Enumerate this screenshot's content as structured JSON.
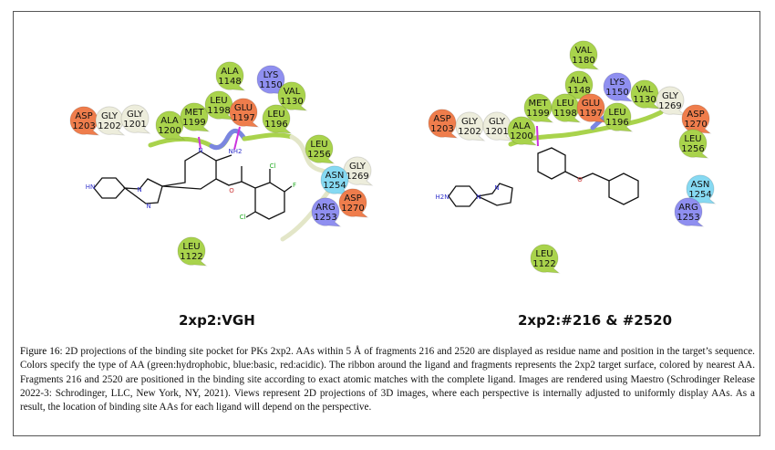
{
  "colors": {
    "hydrophobic": "#a9d34c",
    "basic": "#8f8ff0",
    "acidic": "#ef7d4c",
    "polar": "#86d9f2",
    "glycine": "#ededdc",
    "ribbon_green": "#a9d34c",
    "ribbon_blue": "#7a86e0",
    "ribbon_pale": "#e3e6c8",
    "hbond": "#cc33dd"
  },
  "panels": [
    {
      "title": "2xp2:VGH",
      "residues": [
        {
          "name": "ASP",
          "num": "1203",
          "type": "acidic"
        },
        {
          "name": "GLY",
          "num": "1202",
          "type": "glycine"
        },
        {
          "name": "GLY",
          "num": "1201",
          "type": "glycine"
        },
        {
          "name": "ALA",
          "num": "1200",
          "type": "hydrophobic"
        },
        {
          "name": "MET",
          "num": "1199",
          "type": "hydrophobic"
        },
        {
          "name": "LEU",
          "num": "1198",
          "type": "hydrophobic"
        },
        {
          "name": "GLU",
          "num": "1197",
          "type": "acidic"
        },
        {
          "name": "ALA",
          "num": "1148",
          "type": "hydrophobic"
        },
        {
          "name": "LYS",
          "num": "1150",
          "type": "basic"
        },
        {
          "name": "VAL",
          "num": "1130",
          "type": "hydrophobic"
        },
        {
          "name": "LEU",
          "num": "1196",
          "type": "hydrophobic"
        },
        {
          "name": "LEU",
          "num": "1256",
          "type": "hydrophobic"
        },
        {
          "name": "GLY",
          "num": "1269",
          "type": "glycine"
        },
        {
          "name": "ASN",
          "num": "1254",
          "type": "polar"
        },
        {
          "name": "ASP",
          "num": "1270",
          "type": "acidic"
        },
        {
          "name": "ARG",
          "num": "1253",
          "type": "basic"
        },
        {
          "name": "LEU",
          "num": "1122",
          "type": "hydrophobic"
        }
      ],
      "atoms": [
        "HN",
        "N",
        "N",
        "N",
        "NH2",
        "O",
        "Cl",
        "F",
        "Cl"
      ]
    },
    {
      "title": "2xp2:#216 & #2520",
      "residues": [
        {
          "name": "VAL",
          "num": "1180",
          "type": "hydrophobic"
        },
        {
          "name": "ALA",
          "num": "1148",
          "type": "hydrophobic"
        },
        {
          "name": "LYS",
          "num": "1150",
          "type": "basic"
        },
        {
          "name": "VAL",
          "num": "1130",
          "type": "hydrophobic"
        },
        {
          "name": "GLY",
          "num": "1269",
          "type": "glycine"
        },
        {
          "name": "MET",
          "num": "1199",
          "type": "hydrophobic"
        },
        {
          "name": "LEU",
          "num": "1198",
          "type": "hydrophobic"
        },
        {
          "name": "GLU",
          "num": "1197",
          "type": "acidic"
        },
        {
          "name": "LEU",
          "num": "1196",
          "type": "hydrophobic"
        },
        {
          "name": "ASP",
          "num": "1203",
          "type": "acidic"
        },
        {
          "name": "GLY",
          "num": "1202",
          "type": "glycine"
        },
        {
          "name": "GLY",
          "num": "1201",
          "type": "glycine"
        },
        {
          "name": "ALA",
          "num": "1200",
          "type": "hydrophobic"
        },
        {
          "name": "ASP",
          "num": "1270",
          "type": "acidic"
        },
        {
          "name": "LEU",
          "num": "1256",
          "type": "hydrophobic"
        },
        {
          "name": "ASN",
          "num": "1254",
          "type": "polar"
        },
        {
          "name": "ARG",
          "num": "1253",
          "type": "basic"
        },
        {
          "name": "LEU",
          "num": "1122",
          "type": "hydrophobic"
        }
      ],
      "atoms": [
        "H2N",
        "N",
        "N",
        "O"
      ]
    }
  ],
  "caption": {
    "label": "Figure 16:",
    "text": " 2D projections of the binding site pocket for PKs 2xp2. AAs within 5 Å of fragments 216 and 2520 are displayed as residue name and position in the target’s sequence. Colors specify the type of AA (green:hydrophobic, blue:basic, red:acidic). The ribbon around the ligand and fragments represents the 2xp2 target surface, colored by nearest AA. Fragments 216 and 2520 are positioned in the binding site according to exact atomic matches with the complete ligand.  Images are rendered using Maestro (Schrodinger Release 2022-3: Schrodinger, LLC, New York, NY, 2021). Views represent 2D projections of 3D images, where each perspective is internally adjusted to uniformly display AAs. As a result, the location of binding site AAs for each ligand will depend on the perspective."
  }
}
